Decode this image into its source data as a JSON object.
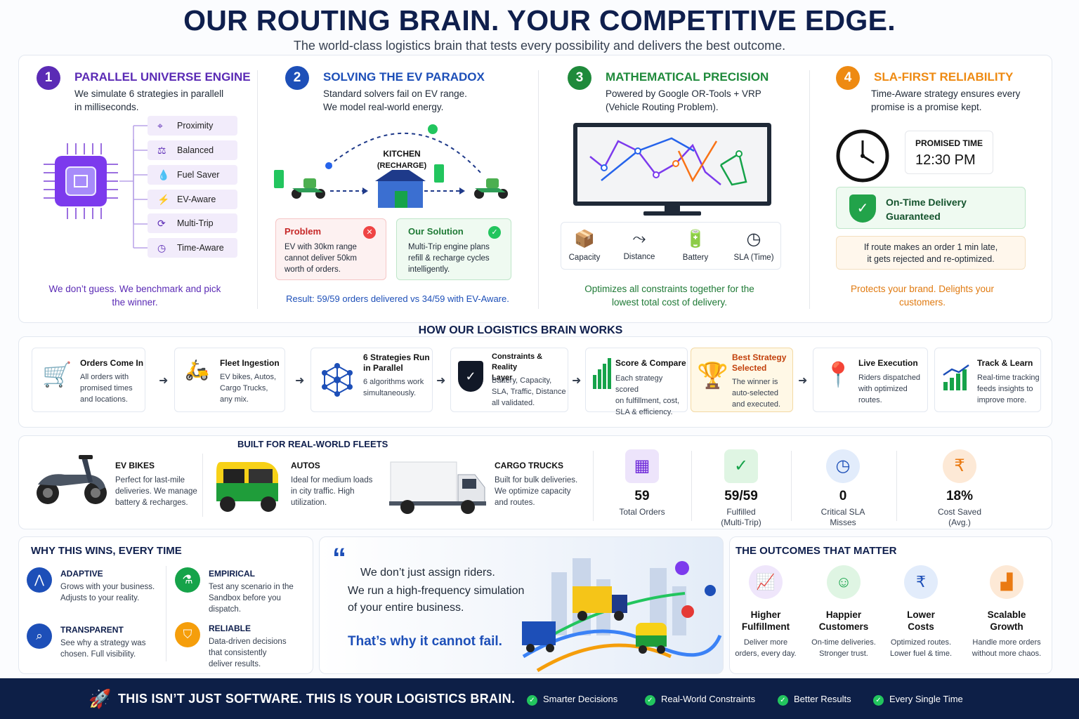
{
  "header": {
    "title": "OUR ROUTING BRAIN. YOUR COMPETITIVE EDGE.",
    "subtitle": "The world-class logistics brain that tests every possibility and delivers the best outcome."
  },
  "pillars": [
    {
      "num": "1",
      "title": "PARALLEL UNIVERSE ENGINE",
      "desc1": "We simulate 6 strategies in parallell",
      "desc2": "in milliseconds.",
      "foot1": "We don’t guess. We benchmark and pick",
      "foot2": "the winner.",
      "color": "#5b2bb5"
    },
    {
      "num": "2",
      "title": "SOLVING THE EV PARADOX",
      "desc1": "Standard solvers fail on EV range.",
      "desc2": "We model real-world energy.",
      "foot1": "Result: 59/59 orders delivered vs 34/59 with EV-Aware.",
      "color": "#1d4fb8"
    },
    {
      "num": "3",
      "title": "MATHEMATICAL PRECISION",
      "desc1": "Powered by Google OR-Tools + VRP",
      "desc2": "(Vehicle Routing Problem).",
      "foot1": "Optimizes all constraints together for the",
      "foot2": "lowest total cost of delivery.",
      "color": "#1f8a3b"
    },
    {
      "num": "4",
      "title": "SLA-FIRST RELIABILITY",
      "desc1": "Time-Aware strategy ensures every",
      "desc2": "promise is a promise kept.",
      "foot1": "Protects your brand. Delights your",
      "foot2": "customers.",
      "color": "#ee8a12"
    }
  ],
  "strategies": [
    "Proximity",
    "Balanced",
    "Fuel Saver",
    "EV-Aware",
    "Multi-Trip",
    "Time-Aware"
  ],
  "ev": {
    "kitchen": "KITCHEN",
    "recharge": "(RECHARGE)",
    "problem_title": "Problem",
    "problem_desc": [
      "EV with 30km range",
      "cannot deliver 50km",
      "worth of orders."
    ],
    "solution_title": "Our Solution",
    "solution_desc": [
      "Multi-Trip engine plans",
      "refill & recharge cycles",
      "intelligently."
    ]
  },
  "constraints": [
    "Capacity",
    "Distance",
    "Battery",
    "SLA (Time)"
  ],
  "sla": {
    "promised_label": "PROMISED TIME",
    "promised_time": "12:30 PM",
    "guarantee1": "On-Time Delivery",
    "guarantee2": "Guaranteed",
    "note1": "If route makes an order 1 min late,",
    "note2": "it gets rejected and re-optimized."
  },
  "how": {
    "title": "HOW OUR LOGISTICS BRAIN WORKS",
    "steps": [
      {
        "t1": "Orders Come In",
        "t2": "",
        "d": [
          "All orders with",
          "promised times",
          "and locations."
        ]
      },
      {
        "t1": "Fleet Ingestion",
        "t2": "",
        "d": [
          "EV bikes, Autos,",
          "Cargo Trucks,",
          "any mix."
        ]
      },
      {
        "t1": "6 Strategies Run",
        "t2": "in Parallel",
        "d": [
          "6 algorithms work",
          "simultaneously."
        ]
      },
      {
        "t1": "Constraints & Reality",
        "t2": "Layer",
        "d": [
          "Battery, Capacity,",
          "SLA, Traffic, Distance",
          "all validated."
        ]
      },
      {
        "t1": "Score & Compare",
        "t2": "",
        "d": [
          "Each strategy scored",
          "on fulfillment, cost,",
          "SLA & efficiency."
        ]
      },
      {
        "t1": "Best Strategy",
        "t2": "Selected",
        "d": [
          "The winner is",
          "auto-selected",
          "and executed."
        ]
      },
      {
        "t1": "Live Execution",
        "t2": "",
        "d": [
          "Riders dispatched",
          "with optimized",
          "routes."
        ]
      },
      {
        "t1": "Track & Learn",
        "t2": "",
        "d": [
          "Real-time tracking",
          "feeds insights to",
          "improve more."
        ]
      }
    ]
  },
  "fleets": {
    "title": "BUILT FOR REAL-WORLD FLEETS",
    "items": [
      {
        "t": "EV BIKES",
        "d": [
          "Perfect for last-mile",
          "deliveries. We manage",
          "battery & recharges."
        ]
      },
      {
        "t": "AUTOS",
        "d": [
          "Ideal for medium loads",
          "in city traffic. High",
          "utilization."
        ]
      },
      {
        "t": "CARGO TRUCKS",
        "d": [
          "Built for bulk deliveries.",
          "We optimize capacity",
          "and routes."
        ]
      }
    ]
  },
  "stats": [
    {
      "v": "59",
      "l1": "Total Orders",
      "l2": ""
    },
    {
      "v": "59/59",
      "l1": "Fulfilled",
      "l2": "(Multi-Trip)"
    },
    {
      "v": "0",
      "l1": "Critical SLA",
      "l2": "Misses"
    },
    {
      "v": "18%",
      "l1": "Cost Saved",
      "l2": "(Avg.)"
    }
  ],
  "why": {
    "title": "WHY THIS WINS, EVERY TIME",
    "items": [
      {
        "t": "ADAPTIVE",
        "d": [
          "Grows with your business.",
          "Adjusts to your reality."
        ]
      },
      {
        "t": "EMPIRICAL",
        "d": [
          "Test any scenario in the",
          "Sandbox before you",
          "dispatch."
        ]
      },
      {
        "t": "TRANSPARENT",
        "d": [
          "See why a strategy was",
          "chosen. Full visibility."
        ]
      },
      {
        "t": "RELIABLE",
        "d": [
          "Data-driven decisions",
          "that consistently",
          "deliver results."
        ]
      }
    ]
  },
  "quote": {
    "l1": "We don’t just assign riders.",
    "l2": "We run a high-frequency simulation",
    "l3": "of your entire business.",
    "punch": "That’s why it cannot fail."
  },
  "outcomes": {
    "title": "THE OUTCOMES THAT MATTER",
    "items": [
      {
        "t1": "Higher",
        "t2": "Fulfillment",
        "d": [
          "Deliver more",
          "orders, every day."
        ]
      },
      {
        "t1": "Happier",
        "t2": "Customers",
        "d": [
          "On-time deliveries.",
          "Stronger trust."
        ]
      },
      {
        "t1": "Lower",
        "t2": "Costs",
        "d": [
          "Optimized routes.",
          "Lower fuel & time."
        ]
      },
      {
        "t1": "Scalable",
        "t2": "Growth",
        "d": [
          "Handle more orders",
          "without more chaos."
        ]
      }
    ]
  },
  "footer": {
    "main": "THIS ISN’T JUST SOFTWARE. THIS IS YOUR LOGISTICS BRAIN.",
    "checks": [
      "Smarter Decisions",
      "Real-World Constraints",
      "Better Results",
      "Every Single Time"
    ]
  }
}
